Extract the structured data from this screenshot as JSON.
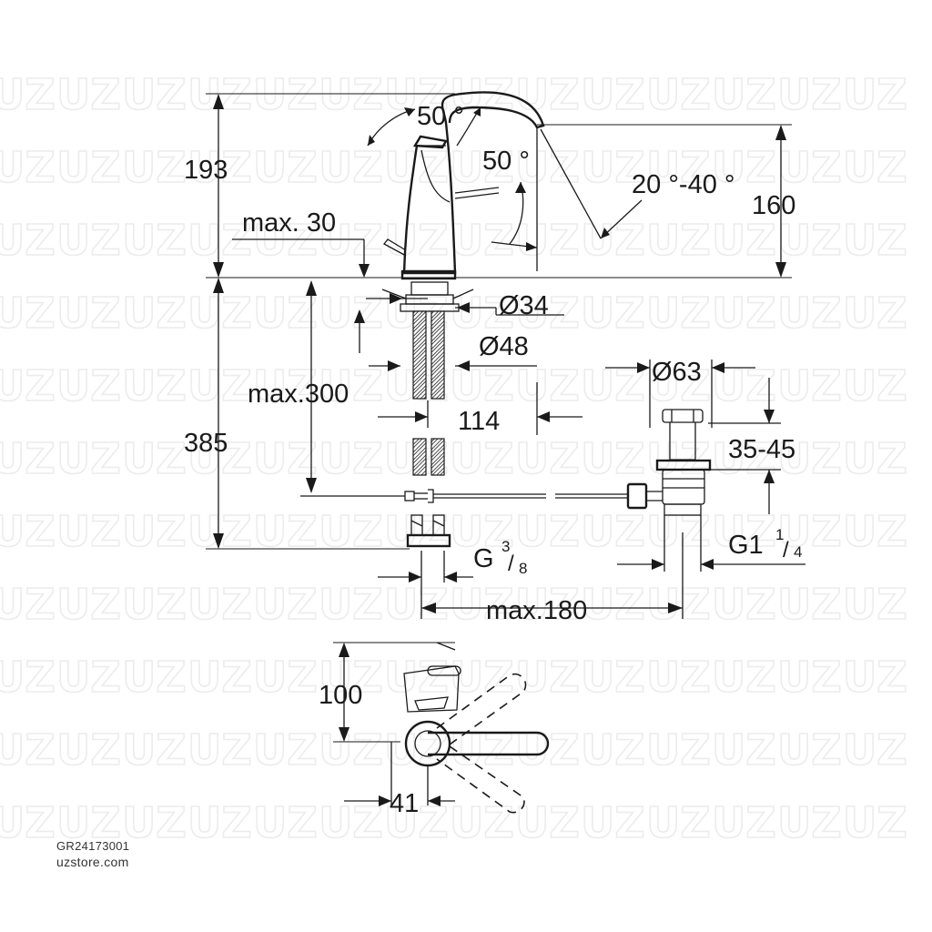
{
  "watermark": {
    "text": "UZ"
  },
  "dimensions": {
    "total_height": "193",
    "lever_angle_up": "50 °",
    "lever_angle_side": "50 °",
    "spout_swivel": "20 °-40 °",
    "spout_height": "160",
    "lever_clearance": "max. 30",
    "tail_diameter": "Ø34",
    "base_diameter": "Ø48",
    "hose_length": "max.300",
    "base_to_waste": "114",
    "below_deck": "385",
    "waste_head_diameter": "Ø63",
    "waste_adjust": "35-45",
    "connection": {
      "main": "G",
      "num": "3",
      "den": "8"
    },
    "waste_thread": {
      "main": "G1",
      "num": "1",
      "den": "4"
    },
    "waste_distance": "max.180",
    "top_view_depth": "100",
    "top_view_offset": "41"
  },
  "footer": {
    "product_code": "GR24173001",
    "store": "uzstore.com"
  }
}
